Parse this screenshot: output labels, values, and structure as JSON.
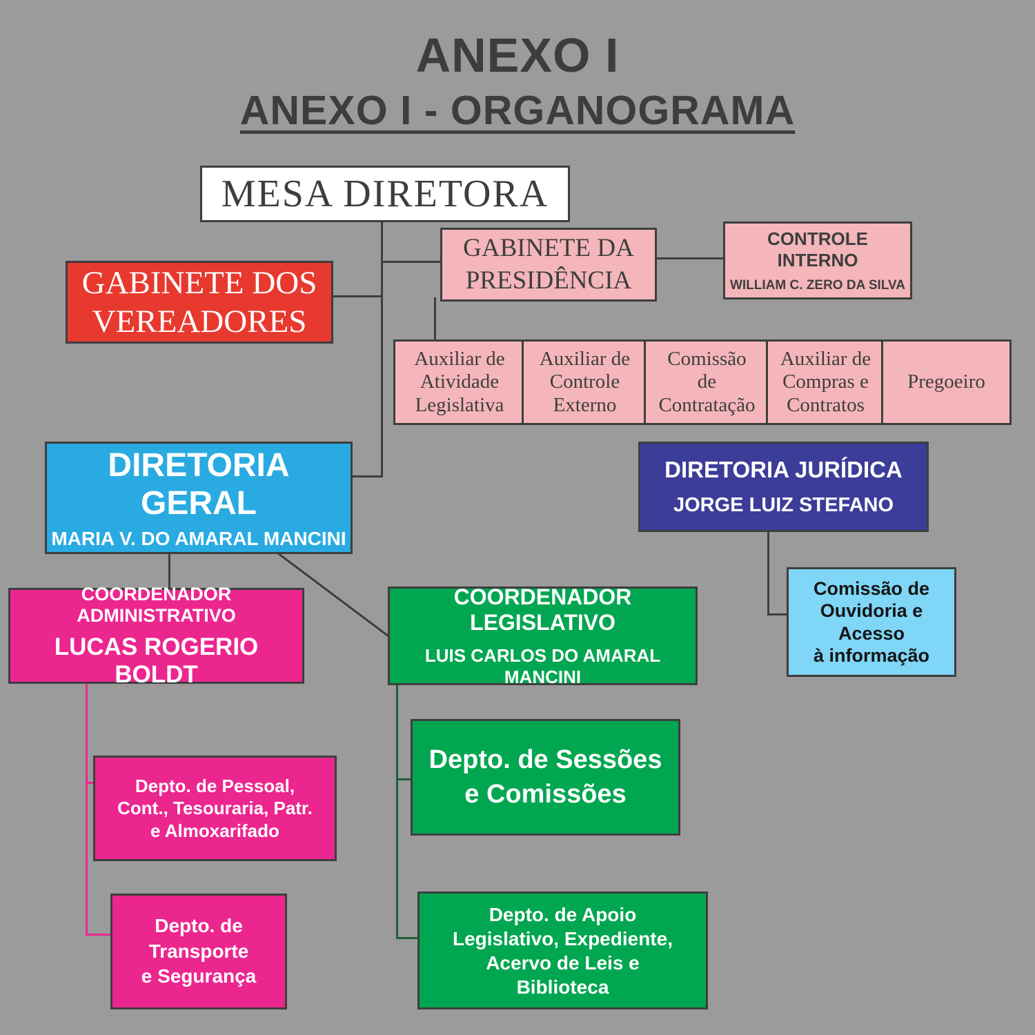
{
  "title": {
    "line1": "ANEXO I",
    "line2": "ANEXO I - ORGANOGRAMA"
  },
  "nodes": {
    "mesa_diretora": {
      "label": "MESA DIRETORA"
    },
    "gabinete_presidencia": {
      "label": [
        "GABINETE DA",
        "PRESIDÊNCIA"
      ]
    },
    "controle_interno": {
      "title": "CONTROLE INTERNO",
      "person": "WILLIAM C. ZERO DA SILVA"
    },
    "gabinete_vereadores": {
      "label": [
        "GABINETE DOS",
        "VEREADORES"
      ]
    },
    "auxiliares": [
      {
        "label": [
          "Auxiliar de",
          "Atividade",
          "Legislativa"
        ]
      },
      {
        "label": [
          "Auxiliar de",
          "Controle",
          "Externo"
        ]
      },
      {
        "label": [
          "Comissão",
          "de",
          "Contratação"
        ]
      },
      {
        "label": [
          "Auxiliar de",
          "Compras e",
          "Contratos"
        ]
      },
      {
        "label": [
          "Pregoeiro"
        ]
      }
    ],
    "diretoria_geral": {
      "title": "DIRETORIA GERAL",
      "person": "MARIA V. DO AMARAL MANCINI"
    },
    "diretoria_juridica": {
      "title": "DIRETORIA JURÍDICA",
      "person": "JORGE LUIZ STEFANO"
    },
    "comissao_ouvidoria": {
      "label": [
        "Comissão de",
        "Ouvidoria e",
        "Acesso",
        "à informação"
      ]
    },
    "coordenador_administrativo": {
      "title": "COORDENADOR ADMINISTRATIVO",
      "person": "LUCAS ROGERIO BOLDT"
    },
    "coordenador_legislativo": {
      "title": "COORDENADOR LEGISLATIVO",
      "person": "LUIS CARLOS DO AMARAL MANCINI"
    },
    "depto_pessoal": {
      "label": [
        "Depto. de Pessoal,",
        "Cont., Tesouraria, Patr.",
        "e Almoxarifado"
      ]
    },
    "depto_transporte": {
      "label": [
        "Depto. de",
        "Transporte",
        "e Segurança"
      ]
    },
    "depto_sessoes": {
      "label": [
        "Depto. de Sessões",
        "e Comissões"
      ]
    },
    "depto_apoio": {
      "label": [
        "Depto. de Apoio",
        "Legislativo, Expediente,",
        "Acervo de Leis e",
        "Biblioteca"
      ]
    }
  },
  "colors": {
    "background": "#9b9b9b",
    "pink_box": "#f4b6ba",
    "red_box": "#e8392f",
    "cyan_box": "#29abe2",
    "indigo_box": "#3c3c99",
    "light_blue_box": "#7fd6f7",
    "magenta_box": "#ec268f",
    "green_box": "#00a650",
    "dark_line": "#3e3e3e",
    "magenta_line": "#ec268f",
    "green_line": "#215e3b",
    "text_dark": "#3e3e3e"
  }
}
